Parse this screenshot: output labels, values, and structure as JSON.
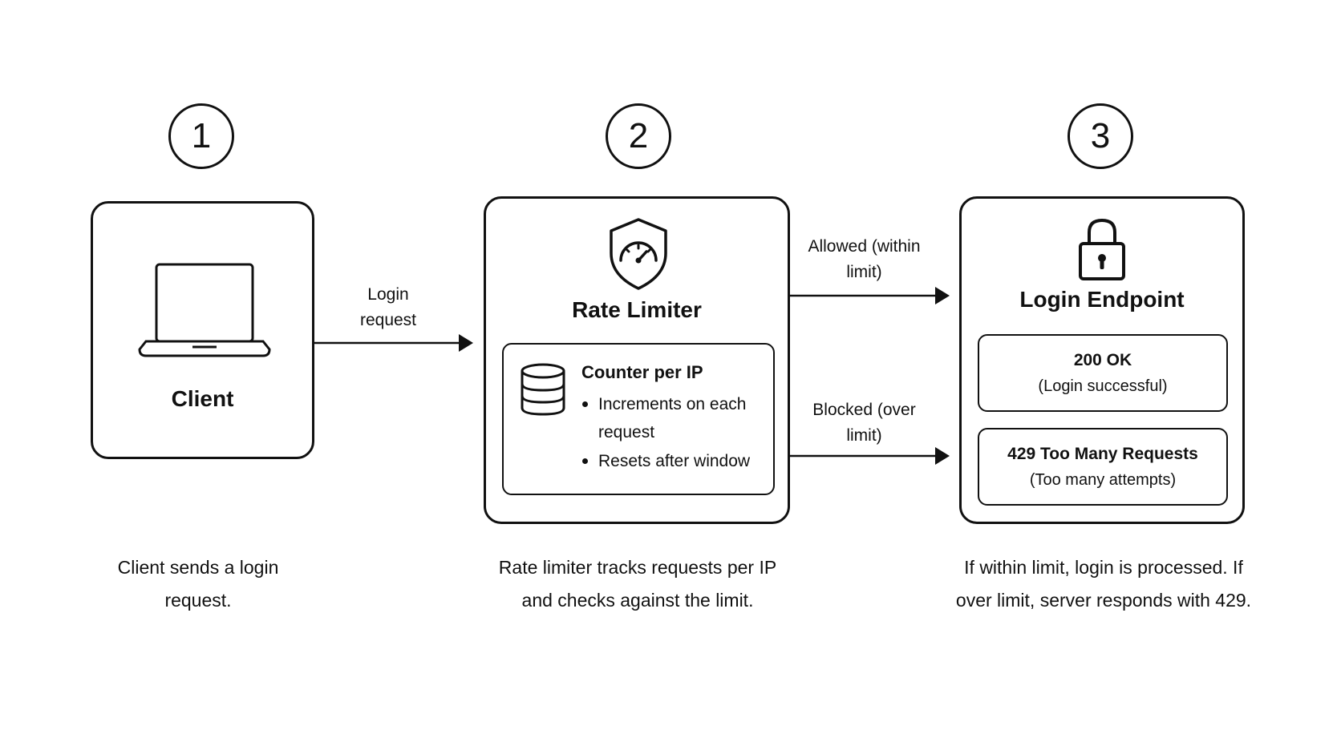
{
  "steps": [
    {
      "number": "1",
      "title": "Client",
      "icon": "laptop-icon",
      "caption": "Client sends a login request."
    },
    {
      "number": "2",
      "title": "Rate Limiter",
      "icon": "shield-gauge-icon",
      "caption": "Rate limiter tracks requests per IP and checks against the limit."
    },
    {
      "number": "3",
      "title": "Login Endpoint",
      "icon": "lock-icon",
      "caption": "If within limit, login is processed. If over limit, server responds with 429."
    }
  ],
  "counter": {
    "icon": "database-icon",
    "title": "Counter per IP",
    "bullets": [
      "Increments on each request",
      "Resets after window"
    ]
  },
  "arrows": {
    "login": "Login request",
    "allowed": "Allowed (within limit)",
    "blocked": "Blocked (over limit)"
  },
  "responses": [
    {
      "code": "200 OK",
      "desc": "(Login successful)"
    },
    {
      "code": "429 Too Many Requests",
      "desc": "(Too many attempts)"
    }
  ]
}
